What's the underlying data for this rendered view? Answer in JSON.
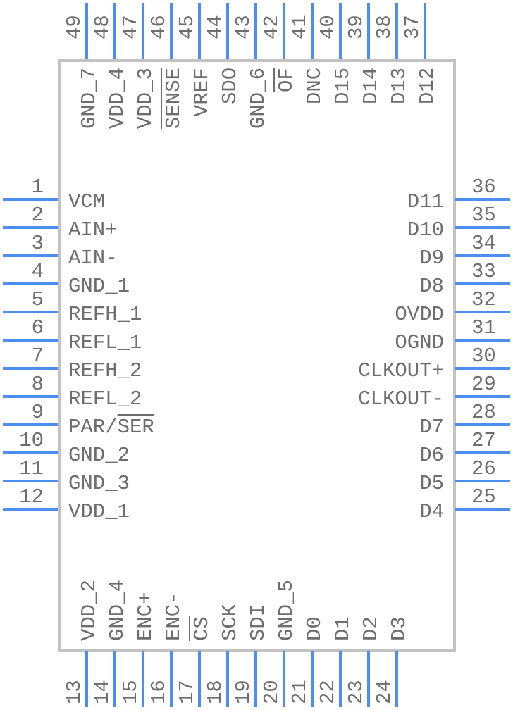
{
  "component": {
    "colors": {
      "pin": "#4c8ef2",
      "body_outline": "#c2c2c2",
      "text": "#6e6e6e"
    },
    "left_pins": [
      {
        "number": "1",
        "name": "VCM"
      },
      {
        "number": "2",
        "name": "AIN+"
      },
      {
        "number": "3",
        "name": "AIN-"
      },
      {
        "number": "4",
        "name": "GND_1"
      },
      {
        "number": "5",
        "name": "REFH_1"
      },
      {
        "number": "6",
        "name": "REFL_1"
      },
      {
        "number": "7",
        "name": "REFH_2"
      },
      {
        "number": "8",
        "name": "REFL_2"
      },
      {
        "number": "9",
        "name": "PAR/SER",
        "overbar": "SER"
      },
      {
        "number": "10",
        "name": "GND_2"
      },
      {
        "number": "11",
        "name": "GND_3"
      },
      {
        "number": "12",
        "name": "VDD_1"
      }
    ],
    "bottom_pins": [
      {
        "number": "13",
        "name": "VDD_2"
      },
      {
        "number": "14",
        "name": "GND_4"
      },
      {
        "number": "15",
        "name": "ENC+"
      },
      {
        "number": "16",
        "name": "ENC-"
      },
      {
        "number": "17",
        "name": "CS",
        "overbar": "CS"
      },
      {
        "number": "18",
        "name": "SCK"
      },
      {
        "number": "19",
        "name": "SDI"
      },
      {
        "number": "20",
        "name": "GND_5"
      },
      {
        "number": "21",
        "name": "D0"
      },
      {
        "number": "22",
        "name": "D1"
      },
      {
        "number": "23",
        "name": "D2"
      },
      {
        "number": "24",
        "name": "D3"
      }
    ],
    "right_pins": [
      {
        "number": "25",
        "name": "D4"
      },
      {
        "number": "26",
        "name": "D5"
      },
      {
        "number": "27",
        "name": "D6"
      },
      {
        "number": "28",
        "name": "D7"
      },
      {
        "number": "29",
        "name": "CLKOUT-"
      },
      {
        "number": "30",
        "name": "CLKOUT+"
      },
      {
        "number": "31",
        "name": "OGND"
      },
      {
        "number": "32",
        "name": "OVDD"
      },
      {
        "number": "33",
        "name": "D8"
      },
      {
        "number": "34",
        "name": "D9"
      },
      {
        "number": "35",
        "name": "D10"
      },
      {
        "number": "36",
        "name": "D11"
      }
    ],
    "top_pins": [
      {
        "number": "37",
        "name": "D12"
      },
      {
        "number": "38",
        "name": "D13"
      },
      {
        "number": "39",
        "name": "D14"
      },
      {
        "number": "40",
        "name": "D15"
      },
      {
        "number": "41",
        "name": "DNC"
      },
      {
        "number": "42",
        "name": "OF",
        "overbar": "OF"
      },
      {
        "number": "43",
        "name": "GND_6"
      },
      {
        "number": "44",
        "name": "SDO"
      },
      {
        "number": "45",
        "name": "VREF"
      },
      {
        "number": "46",
        "name": "SENSE",
        "overbar": "SENSE"
      },
      {
        "number": "47",
        "name": "VDD_3"
      },
      {
        "number": "48",
        "name": "VDD_4"
      },
      {
        "number": "49",
        "name": "GND_7"
      }
    ]
  }
}
